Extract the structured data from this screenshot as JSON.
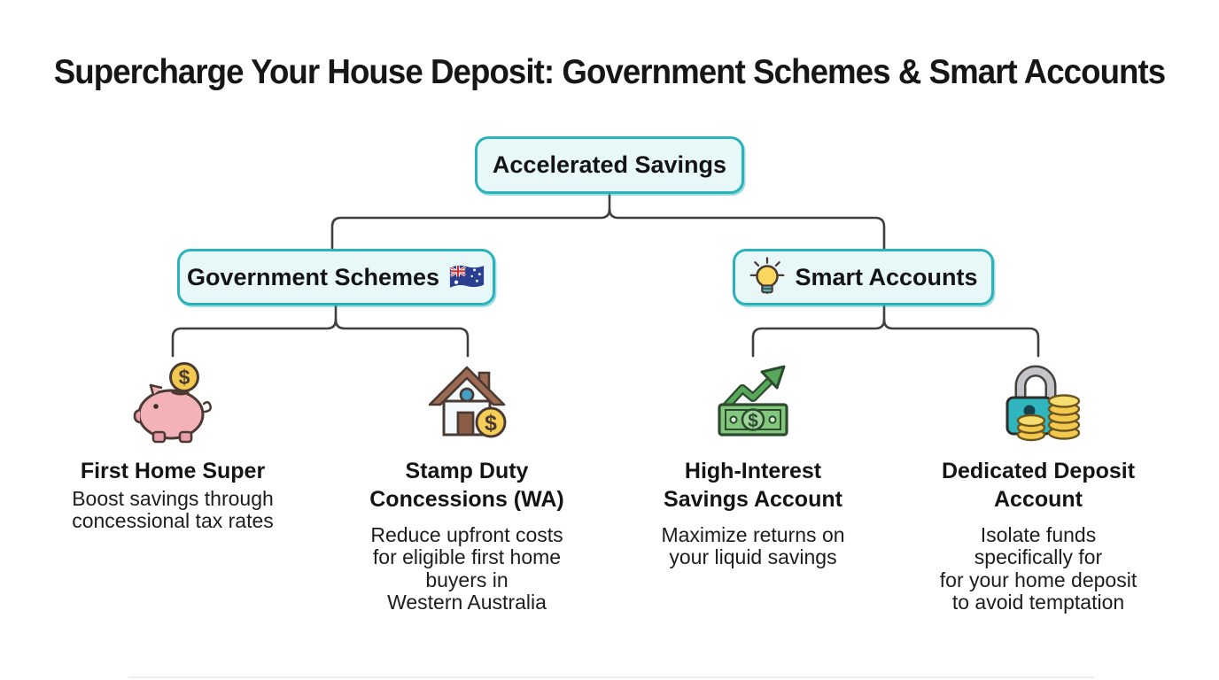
{
  "title": "Supercharge Your House Deposit: Government Schemes & Smart Accounts",
  "colors": {
    "page_bg": "#ffffff",
    "node_fill": "#e8f8f8",
    "node_border": "#2ab3ba",
    "line": "#3f3f3f",
    "text": "#161616"
  },
  "tree": {
    "root": {
      "label": "Accelerated Savings"
    },
    "branches": [
      {
        "label": "Government Schemes",
        "icon": "australia-flag-icon"
      },
      {
        "label": "Smart Accounts",
        "icon": "lightbulb-icon"
      }
    ],
    "leaves": [
      {
        "icon": "piggy-bank-coin-icon",
        "title_lines": [
          "First Home Super"
        ],
        "desc_lines": [
          "Boost savings through",
          "concessional tax rates"
        ]
      },
      {
        "icon": "house-coin-icon",
        "title_lines": [
          "Stamp Duty",
          "Concessions (WA)"
        ],
        "desc_lines": [
          "Reduce upfront costs",
          "for eligible first home",
          "buyers in",
          "Western Australia"
        ]
      },
      {
        "icon": "money-growth-arrow-icon",
        "title_lines": [
          "High-Interest",
          "Savings Account"
        ],
        "desc_lines": [
          "Maximize returns on",
          "your liquid savings"
        ]
      },
      {
        "icon": "padlock-coins-icon",
        "title_lines": [
          "Dedicated Deposit",
          "Account"
        ],
        "desc_lines": [
          "Isolate funds",
          "specifically for",
          "for your home deposit",
          "to avoid temptation"
        ]
      }
    ]
  }
}
